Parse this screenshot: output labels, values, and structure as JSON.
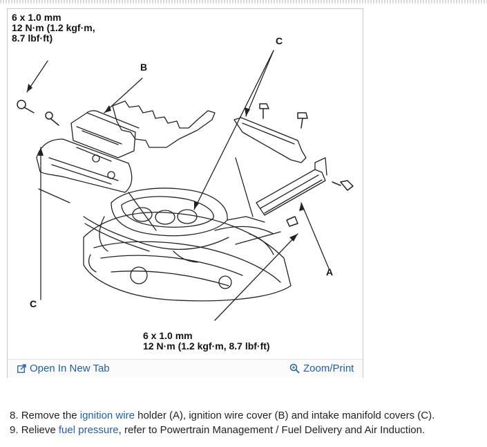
{
  "figure": {
    "top_callout": {
      "line1": "6 x 1.0 mm",
      "line2": "12 N·m (1.2 kgf·m,",
      "line3": "8.7 lbf·ft)"
    },
    "bottom_callout": {
      "line1": "6 x 1.0 mm",
      "line2": "12 N·m (1.2 kgf·m, 8.7 lbf·ft)"
    },
    "labels": {
      "a": "A",
      "b": "B",
      "c_top": "C",
      "c_left": "C"
    },
    "open_tab_label": "Open In New Tab",
    "zoom_label": "Zoom/Print",
    "icons": [
      "open-new-tab-icon",
      "magnifier-icon"
    ]
  },
  "steps": [
    {
      "number": "8.",
      "before": "Remove the ",
      "link": "ignition wire",
      "after": " holder (A), ignition wire cover (B) and intake manifold covers (C)."
    },
    {
      "number": "9.",
      "before": "Relieve ",
      "link": "fuel pressure",
      "after": ", refer to Powertrain Management / Fuel Delivery and Air Induction."
    }
  ],
  "colors": {
    "link": "#1f5ea8",
    "text": "#222222",
    "border": "#c9c9c9"
  }
}
